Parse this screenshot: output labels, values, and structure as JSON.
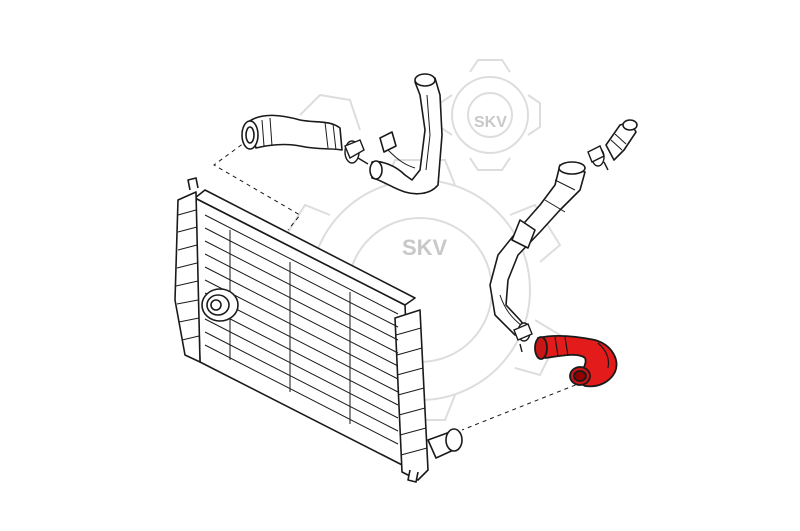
{
  "diagram": {
    "watermark": {
      "upper_text": "SKV",
      "center_text": "SKV",
      "color": "#d9d9d9"
    },
    "colors": {
      "line": "#1a1a1a",
      "highlight": "#e31b1b",
      "highlight_dark": "#a00000",
      "background": "#ffffff"
    },
    "parts": [
      {
        "id": "intercooler",
        "highlighted": false
      },
      {
        "id": "upper-left-hose",
        "highlighted": false
      },
      {
        "id": "upper-left-clamp",
        "highlighted": false
      },
      {
        "id": "upper-metal-pipe",
        "highlighted": false
      },
      {
        "id": "upper-right-hose",
        "highlighted": false
      },
      {
        "id": "upper-right-clamp",
        "highlighted": false
      },
      {
        "id": "right-metal-pipe",
        "highlighted": false
      },
      {
        "id": "lower-clamp",
        "highlighted": false
      },
      {
        "id": "lower-hose",
        "highlighted": true
      }
    ]
  }
}
